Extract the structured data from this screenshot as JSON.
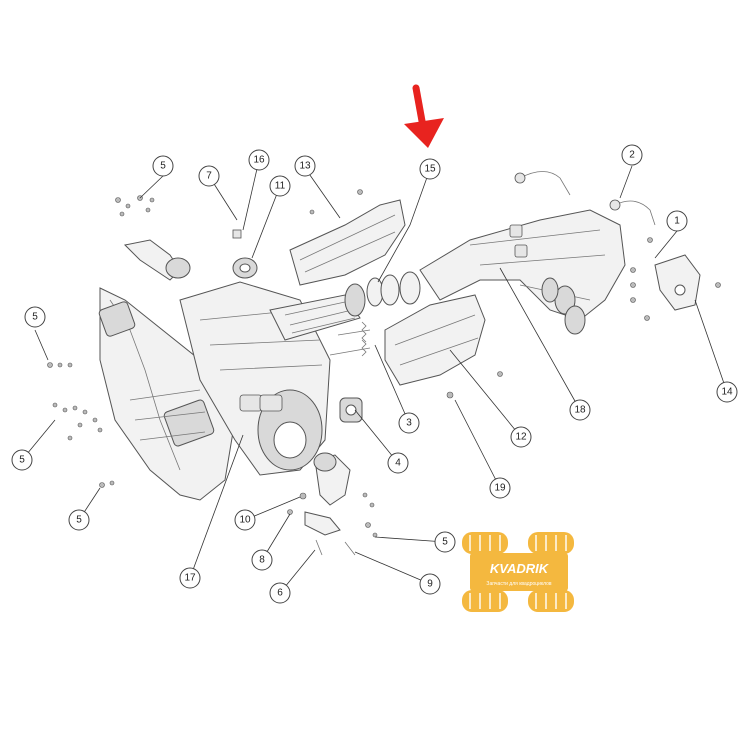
{
  "diagram": {
    "callouts": [
      {
        "id": "c1",
        "label": "1"
      },
      {
        "id": "c2",
        "label": "2"
      },
      {
        "id": "c3",
        "label": "3"
      },
      {
        "id": "c4",
        "label": "4"
      },
      {
        "id": "c5a",
        "label": "5"
      },
      {
        "id": "c5b",
        "label": "5"
      },
      {
        "id": "c5c",
        "label": "5"
      },
      {
        "id": "c5d",
        "label": "5"
      },
      {
        "id": "c5e",
        "label": "5"
      },
      {
        "id": "c6",
        "label": "6"
      },
      {
        "id": "c7",
        "label": "7"
      },
      {
        "id": "c8",
        "label": "8"
      },
      {
        "id": "c9",
        "label": "9"
      },
      {
        "id": "c10",
        "label": "10"
      },
      {
        "id": "c11",
        "label": "11"
      },
      {
        "id": "c12",
        "label": "12"
      },
      {
        "id": "c13",
        "label": "13"
      },
      {
        "id": "c14",
        "label": "14"
      },
      {
        "id": "c15",
        "label": "15"
      },
      {
        "id": "c16",
        "label": "16"
      },
      {
        "id": "c17",
        "label": "17"
      },
      {
        "id": "c18",
        "label": "18"
      },
      {
        "id": "c19",
        "label": "19"
      }
    ],
    "highlight_arrow_color": "#e8231f"
  },
  "watermark": {
    "brand": "KVADRIK",
    "tagline": "Запчасти для квадроциклов",
    "color": "#f3b12b"
  }
}
